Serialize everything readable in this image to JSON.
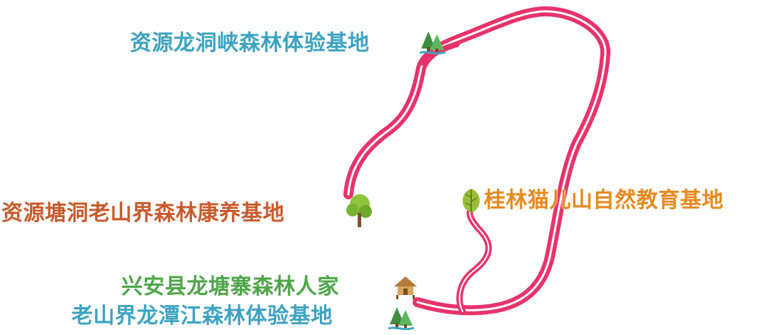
{
  "colors": {
    "route": "#E8336A",
    "route_highlight": "#FFFFFF",
    "route_shadow": "#B11F4F",
    "label_teal": "#3DA3C2",
    "label_rust": "#C85A2B",
    "label_orange": "#E8891E",
    "label_green": "#4FA64A"
  },
  "sites": [
    {
      "name": "资源龙洞峡森林体验基地",
      "icon": "forest-stream-icon",
      "color": "#3DA3C2"
    },
    {
      "name": "资源塘洞老山界森林康养基地",
      "icon": "tree-icon",
      "color": "#C85A2B"
    },
    {
      "name": "桂林猫儿山自然教育基地",
      "icon": "leaf-icon",
      "color": "#E8891E"
    },
    {
      "name": "兴安县龙塘寨森林人家",
      "icon": "hut-icon",
      "color": "#4FA64A"
    },
    {
      "name": "老山界龙潭江森林体验基地",
      "icon": "forest-stream-icon",
      "color": "#3DA3C2"
    }
  ]
}
